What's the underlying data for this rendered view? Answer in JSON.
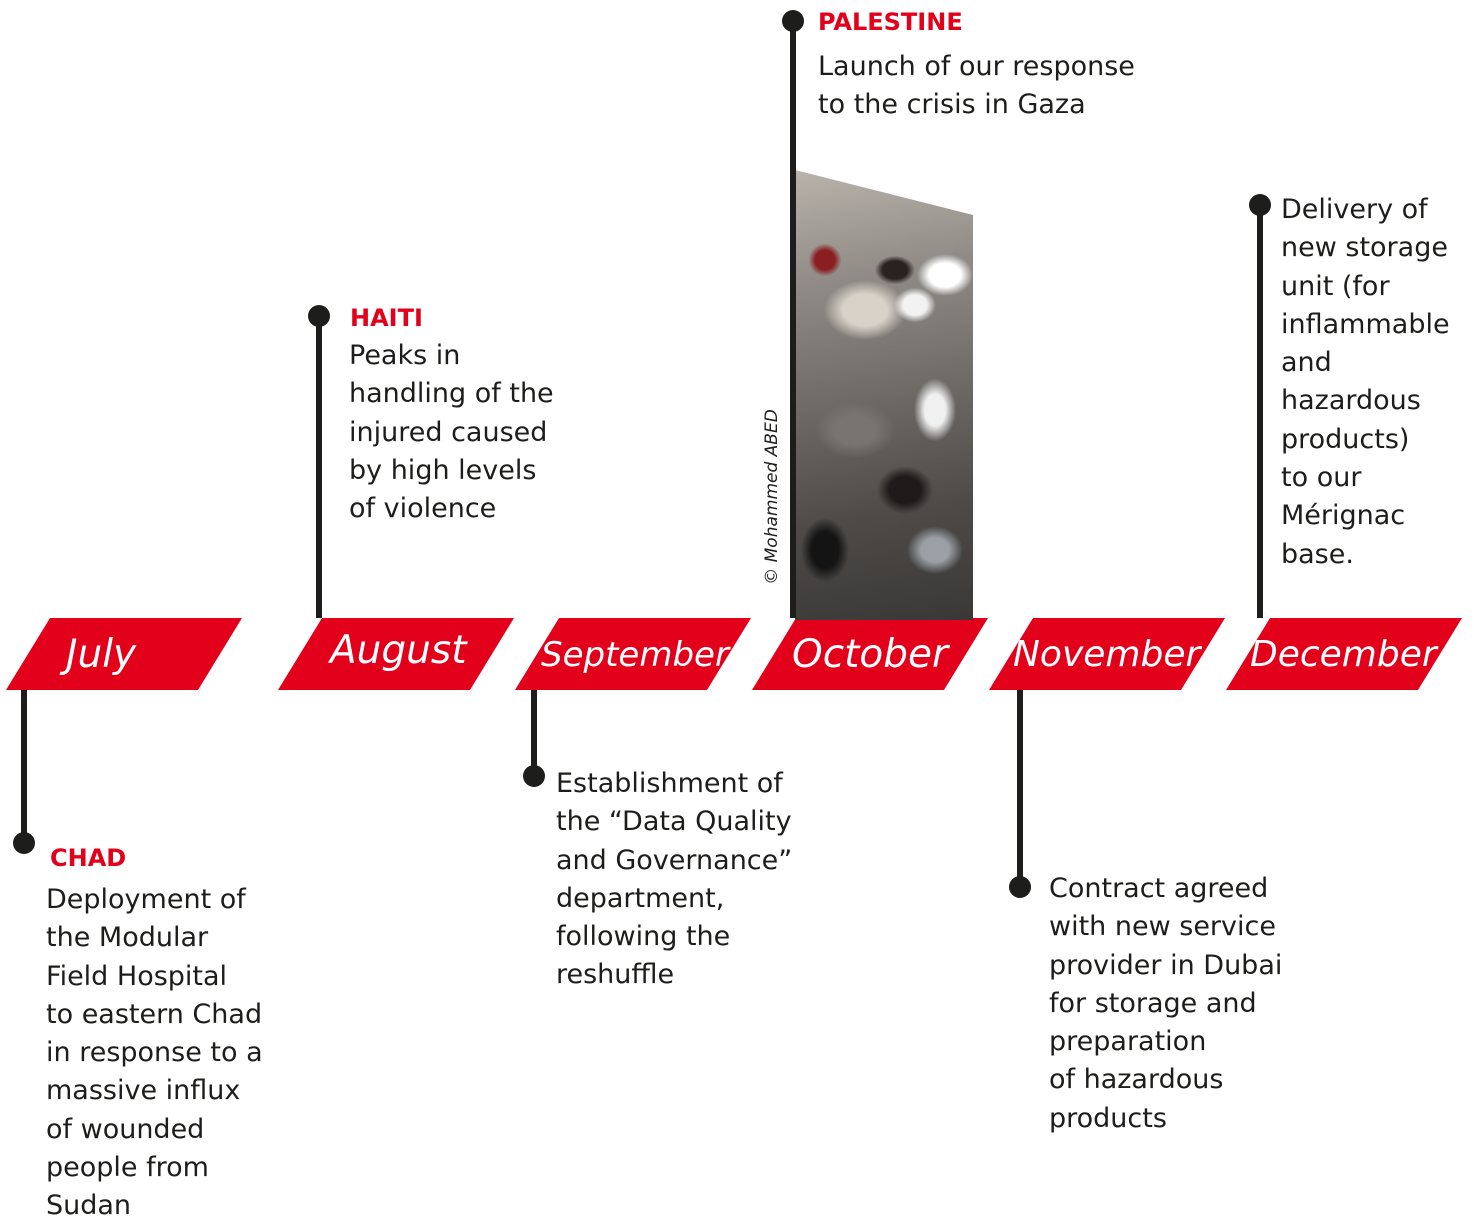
{
  "months": [
    "July",
    "August",
    "September",
    "October",
    "November",
    "December"
  ],
  "events": {
    "chad": {
      "country": "CHAD",
      "text": "Deployment of\nthe Modular\nField Hospital\nto eastern Chad\nin response to a\nmassive influx\nof wounded\npeople from\nSudan"
    },
    "haiti": {
      "country": "HAITI",
      "text": "Peaks in\nhandling of the\ninjured caused\nby high levels\nof violence"
    },
    "september": {
      "text": "Establishment of\nthe “Data Quality\nand Governance”\ndepartment,\nfollowing the\nreshuffle"
    },
    "palestine": {
      "country": "PALESTINE",
      "text": "Launch of our response\nto the crisis in Gaza"
    },
    "november": {
      "text": "Contract agreed\nwith new service\nprovider in Dubai\nfor storage and\npreparation\nof hazardous\nproducts"
    },
    "december": {
      "text": "Delivery of\nnew storage\nunit (for\ninflammable\nand\nhazardous\nproducts)\nto our\nMérignac\nbase."
    }
  },
  "photo_credit": "© Mohammed ABED",
  "colors": {
    "accent": "#e2001a",
    "line": "#1d1d1b",
    "text": "#1d1d1b"
  }
}
